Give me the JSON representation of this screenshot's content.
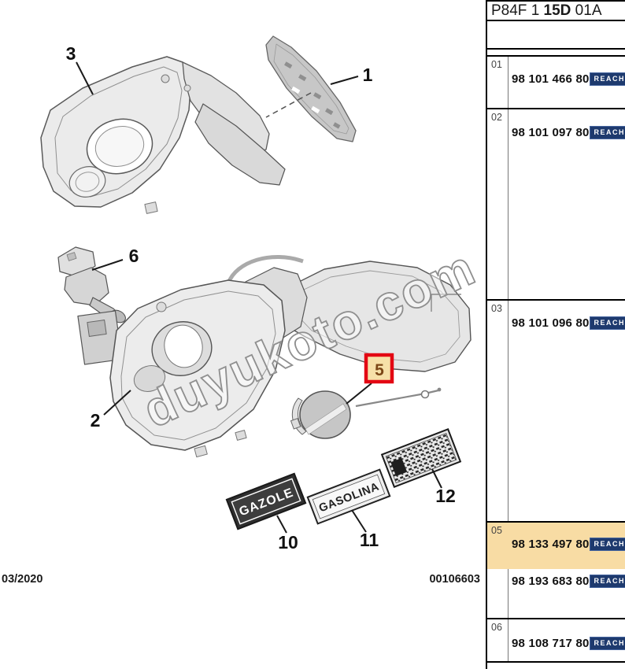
{
  "header": {
    "code_prefix": "P84F 1 ",
    "code_bold": "15D",
    "code_suffix": " 01A"
  },
  "panel": {
    "reach_label": "REACH",
    "highlight_color": "#f8dca4",
    "badge_color": "#1e3a6e",
    "rows": [
      {
        "index": "01",
        "entries": [
          {
            "part_number": "98 101 466 80"
          }
        ]
      },
      {
        "index": "02",
        "entries": [
          {
            "part_number": "98 101 097 80"
          }
        ]
      },
      {
        "index": "03",
        "entries": [
          {
            "part_number": "98 101 096 80"
          }
        ]
      },
      {
        "index": "05",
        "highlighted": true,
        "entries": [
          {
            "part_number": "98 133 497 80"
          },
          {
            "part_number": "98 193 683 80"
          }
        ]
      },
      {
        "index": "06",
        "entries": [
          {
            "part_number": "98 108 717 80"
          }
        ]
      }
    ]
  },
  "diagram": {
    "callouts": {
      "c1": "1",
      "c2": "2",
      "c3": "3",
      "c5": "5",
      "c6": "6",
      "c10": "10",
      "c11": "11",
      "c12": "12"
    },
    "highlighted_callout": "5",
    "highlight_box_border": "#e30613",
    "highlight_box_fill": "#f6e0a8",
    "plates": {
      "gazole": "GAZOLE",
      "gasolina": "GASOLINA"
    }
  },
  "watermark": {
    "text": "duyukoto.com"
  },
  "footer": {
    "date": "03/2020",
    "doc_number": "00106603"
  }
}
